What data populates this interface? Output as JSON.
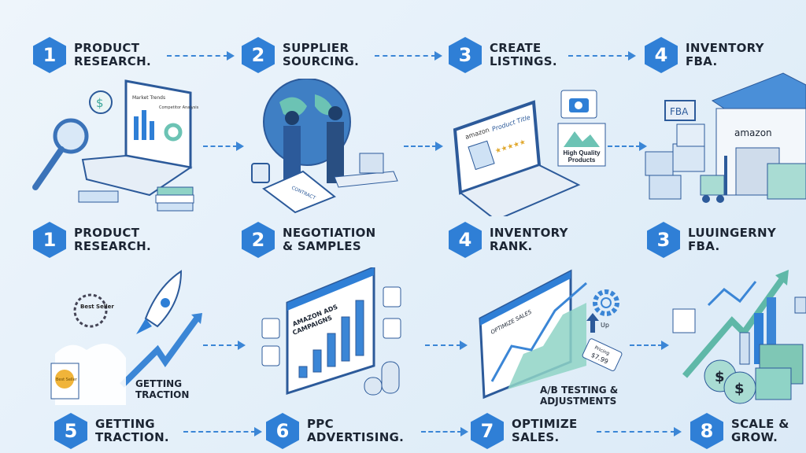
{
  "colors": {
    "accent": "#2f7fd6",
    "text": "#1c2533",
    "background": "#e9f2fa",
    "teal": "#6cc3b4"
  },
  "top_row": [
    {
      "number": "1",
      "line1": "PRODUCT",
      "line2": "RESEARCH."
    },
    {
      "number": "2",
      "line1": "SUPPLIER",
      "line2": "SOURCING."
    },
    {
      "number": "3",
      "line1": "CREATE",
      "line2": "LISTINGS."
    },
    {
      "number": "4",
      "line1": "INVENTORY",
      "line2": "FBA."
    }
  ],
  "middle_row": [
    {
      "number": "1",
      "line1": "PRODUCT",
      "line2": "RESEARCH."
    },
    {
      "number": "2",
      "line1": "NEGOTIATION",
      "line2": "& SAMPLES"
    },
    {
      "number": "4",
      "line1": "INVENTORY",
      "line2": "RANK."
    },
    {
      "number": "3",
      "line1": "LUUINGERNY",
      "line2": "FBA."
    }
  ],
  "bottom_row": [
    {
      "number": "5",
      "line1": "GETTING",
      "line2": "TRACTION."
    },
    {
      "number": "6",
      "line1": "PPC",
      "line2": "ADVERTISING."
    },
    {
      "number": "7",
      "line1": "OPTIMIZE",
      "line2": "SALES."
    },
    {
      "number": "8",
      "line1": "SCALE &",
      "line2": "GROW."
    }
  ],
  "illustrations": {
    "research": {
      "screen_title": "Market Trends",
      "screen_sub": "Competitor Analysis",
      "icon": "lightbulb-dollar-icon"
    },
    "sourcing": {
      "document": "CONTRACT",
      "icon": "handshake-globe-icon"
    },
    "listing": {
      "brand": "amazon",
      "title": "Product Title",
      "photo_caption": "High Quality Products",
      "stars": "★★★★★"
    },
    "fba": {
      "sign": "FBA",
      "brand": "amazon"
    },
    "traction": {
      "laurel": "Best Seller",
      "badge": "Best Seller",
      "caption_line1": "GETTING",
      "caption_line2": "TRACTION"
    },
    "ppc": {
      "screen_title_line1": "AMAZON ADS",
      "screen_title_line2": "CAMPAIGNS",
      "bars": [
        1,
        2,
        3,
        4,
        5
      ]
    },
    "optimize": {
      "screen_title": "OPTIMIZE SALES",
      "up": "Up",
      "price_label": "Pricing",
      "price": "$7.99",
      "caption_line1": "A/B TESTING &",
      "caption_line2": "ADJUSTMENTS"
    },
    "scale": {
      "currency": "$"
    }
  }
}
